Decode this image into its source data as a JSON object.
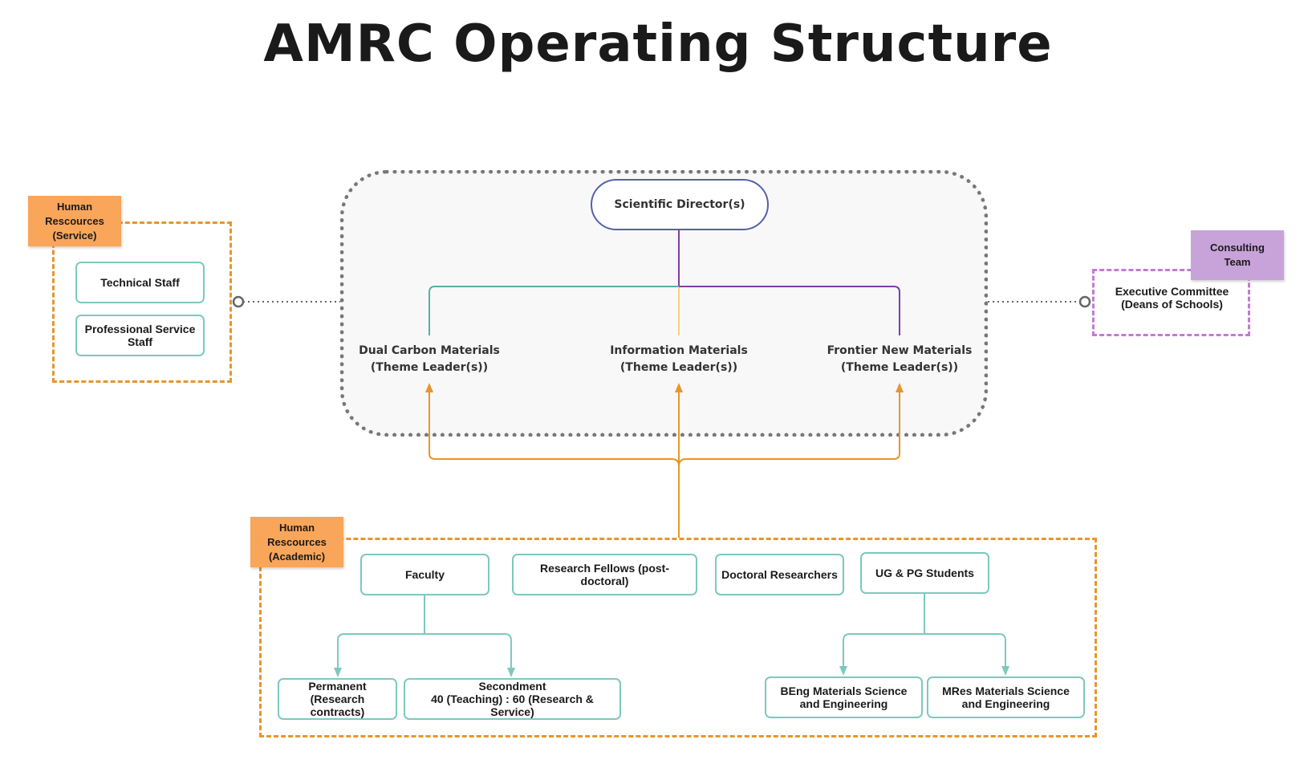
{
  "title": "AMRC Operating Structure",
  "director": "Scientific Director(s)",
  "themes": [
    {
      "name": "Dual Carbon Materials",
      "role": "(Theme Leader(s))"
    },
    {
      "name": "Information Materials",
      "role": "(Theme Leader(s))"
    },
    {
      "name": "Frontier New Materials",
      "role": "(Theme Leader(s))"
    }
  ],
  "hr_service": {
    "label": [
      "Human",
      "Rescources",
      "(Service)"
    ],
    "items": [
      {
        "lines": [
          "Technical Staff"
        ]
      },
      {
        "lines": [
          "Professional Service",
          "Staff"
        ]
      }
    ]
  },
  "consulting": {
    "label": [
      "Consulting",
      "Team"
    ],
    "exec_lines": [
      "Executive Committee",
      "(Deans of Schools)"
    ]
  },
  "hr_academic": {
    "label": [
      "Human",
      "Rescources",
      "(Academic)"
    ],
    "groups": {
      "faculty": "Faculty",
      "research_fellows": [
        "Research Fellows (post-",
        "doctoral)"
      ],
      "doctoral": "Doctoral Researchers",
      "students": "UG & PG Students"
    },
    "faculty_types": {
      "permanent": [
        "Permanent",
        "(Research",
        "contracts)"
      ],
      "secondment": [
        "Secondment",
        "40 (Teaching) : 60 (Research &",
        "Service)"
      ]
    },
    "programmes": {
      "beng": [
        "BEng Materials Science",
        "and Engineering"
      ],
      "mres": [
        "MRes Materials Science",
        "and Engineering"
      ]
    }
  },
  "colors": {
    "teal": "#52b3a4",
    "yellow": "#f2d27a",
    "purple": "#7a3fa8",
    "orange": "#e8952c",
    "box_border": "#7cc9bd",
    "director_border": "#5660a8"
  }
}
